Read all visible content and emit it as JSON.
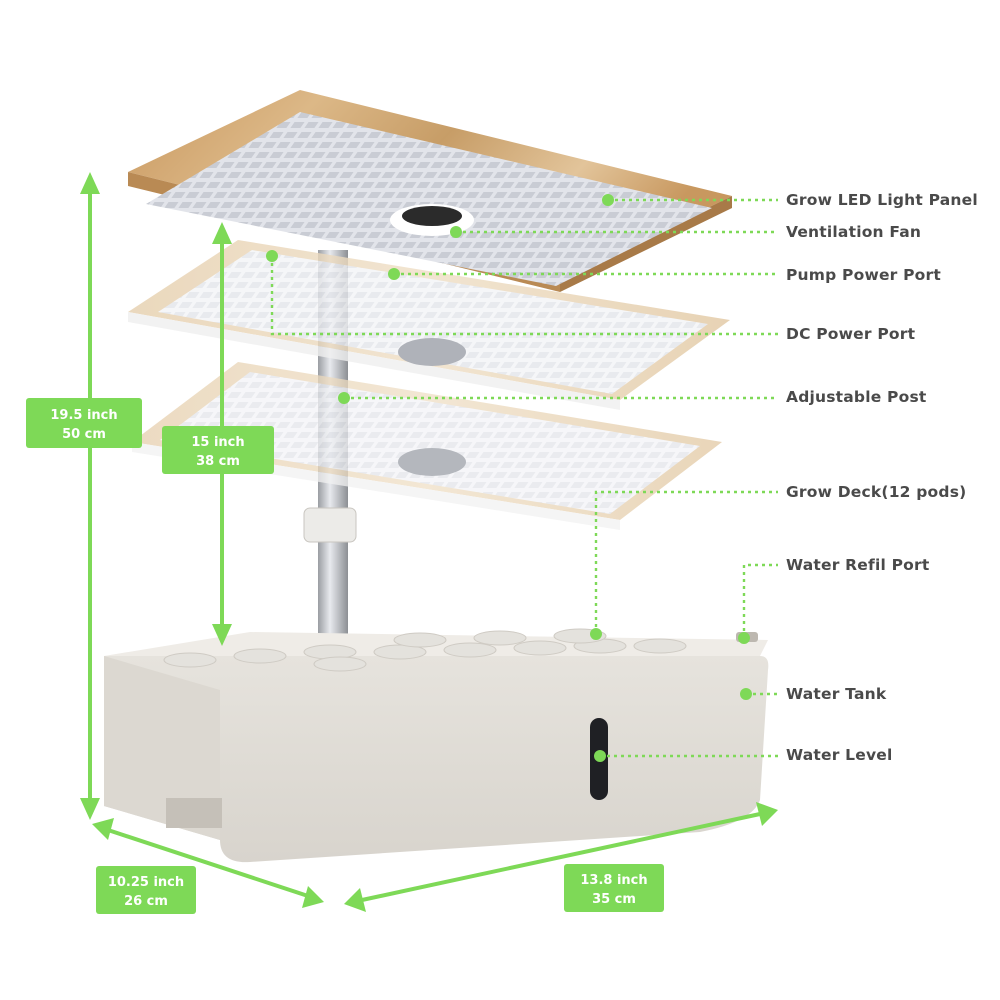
{
  "accent_color": "#7ed957",
  "callouts": [
    {
      "id": "grow-led-light-panel",
      "label": "Grow LED Light Panel"
    },
    {
      "id": "ventilation-fan",
      "label": "Ventilation Fan"
    },
    {
      "id": "pump-power-port",
      "label": "Pump Power Port"
    },
    {
      "id": "dc-power-port",
      "label": "DC Power Port"
    },
    {
      "id": "adjustable-post",
      "label": "Adjustable Post"
    },
    {
      "id": "grow-deck",
      "label": "Grow Deck(12 pods)"
    },
    {
      "id": "water-refil-port",
      "label": "Water Refil Port"
    },
    {
      "id": "water-tank",
      "label": "Water Tank"
    },
    {
      "id": "water-level",
      "label": "Water Level"
    }
  ],
  "dimensions": {
    "total_height": {
      "line1": "19.5 inch",
      "line2": "50 cm"
    },
    "adjustable_height": {
      "line1": "15 inch",
      "line2": "38 cm"
    },
    "depth": {
      "line1": "10.25 inch",
      "line2": "26 cm"
    },
    "width": {
      "line1": "13.8 inch",
      "line2": "35 cm"
    }
  }
}
